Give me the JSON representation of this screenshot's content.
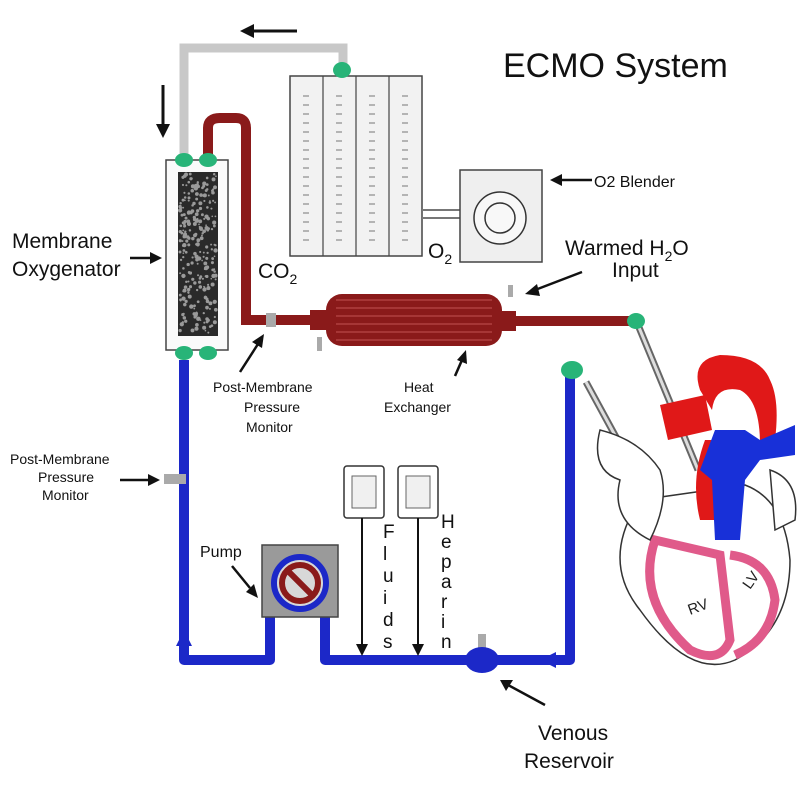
{
  "title": "ECMO System",
  "labels": {
    "membrane_oxygenator": [
      "Membrane",
      "Oxygenator"
    ],
    "co2": "CO",
    "co2_sub": "2",
    "o2": "O",
    "o2_sub": "2",
    "o2_blender": "O2 Blender",
    "warmed_h2o": [
      "Warmed H",
      "2",
      "O",
      "Input"
    ],
    "post_membrane_monitor_top": [
      "Post-Membrane",
      "Pressure",
      "Monitor"
    ],
    "post_membrane_monitor_left": [
      "Post-Membrane",
      "Pressure",
      "Monitor"
    ],
    "heat_exchanger": [
      "Heat",
      "Exchanger"
    ],
    "pump": "Pump",
    "fluids": "Fluids",
    "heparin": "Heparin",
    "venous_reservoir": [
      "Venous",
      "Reservoir"
    ],
    "rv": "RV",
    "lv": "LV"
  },
  "colors": {
    "venous_tube": "#1c28c8",
    "arterial_tube": "#8a1a1a",
    "gas_line": "#c8c8c8",
    "connector": "#28b478",
    "heart_red": "#e01818",
    "heart_pink": "#e05a8a",
    "heart_blue": "#1830d8"
  }
}
